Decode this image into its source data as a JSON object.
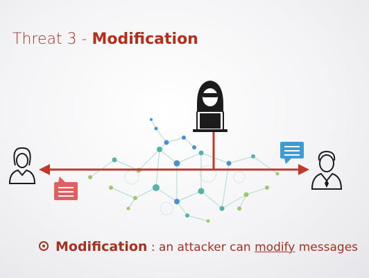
{
  "slide": {
    "title_prefix": "Threat 3 - ",
    "title_emphasis": "Modification"
  },
  "bullet": {
    "term": "Modification",
    "text_before": " : an attacker can ",
    "verb": "modify",
    "text_after": " messages"
  },
  "colors": {
    "accent": "#a3321f",
    "arrow": "#c0392b",
    "message_red": "#e06060",
    "message_blue": "#3e9bd3",
    "network_teal": "#3aa59a",
    "network_green": "#8cc152",
    "network_blue": "#2f7fc1"
  },
  "icons": {
    "sender": "woman-user-icon",
    "receiver": "man-user-icon",
    "attacker": "hooded-hacker-laptop-icon",
    "original_message": "red-chat-bubble-icon",
    "received_message": "blue-chat-bubble-icon",
    "network": "network-graph-icon",
    "bullet": "target-bullet-icon"
  }
}
